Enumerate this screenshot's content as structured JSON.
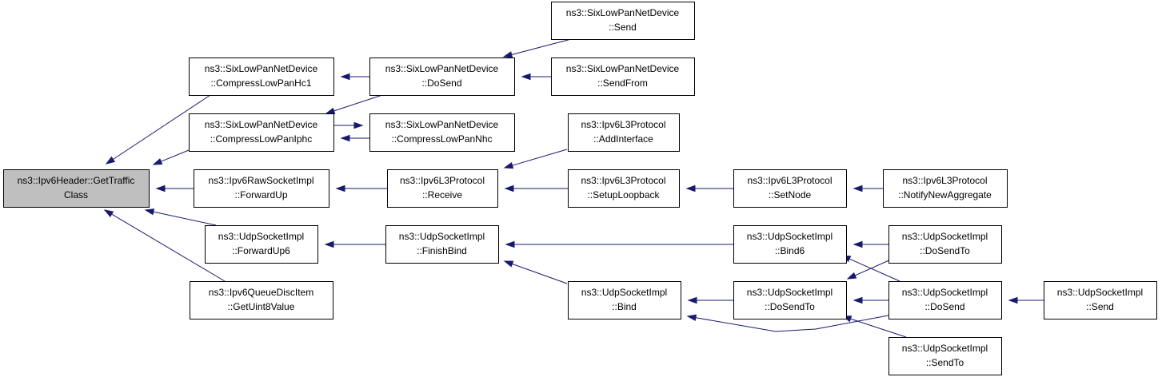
{
  "diagram": {
    "colors": {
      "edge": "#191970",
      "node_border": "#000000",
      "focus_fill": "#bfbfbf",
      "node_fill": "#ffffff"
    },
    "nodes": [
      {
        "id": "n0",
        "line1": "ns3::Ipv6Header::GetTraffic",
        "line2": "Class",
        "focus": true
      },
      {
        "id": "n1",
        "line1": "ns3::SixLowPanNetDevice",
        "line2": "::CompressLowPanHc1"
      },
      {
        "id": "n2",
        "line1": "ns3::SixLowPanNetDevice",
        "line2": "::CompressLowPanIphc"
      },
      {
        "id": "n3",
        "line1": "ns3::Ipv6RawSocketImpl",
        "line2": "::ForwardUp"
      },
      {
        "id": "n4",
        "line1": "ns3::UdpSocketImpl",
        "line2": "::ForwardUp6"
      },
      {
        "id": "n5",
        "line1": "ns3::Ipv6QueueDiscItem",
        "line2": "::GetUint8Value"
      },
      {
        "id": "n6",
        "line1": "ns3::SixLowPanNetDevice",
        "line2": "::DoSend"
      },
      {
        "id": "n7",
        "line1": "ns3::SixLowPanNetDevice",
        "line2": "::CompressLowPanNhc"
      },
      {
        "id": "n8",
        "line1": "ns3::Ipv6L3Protocol",
        "line2": "::Receive"
      },
      {
        "id": "n9",
        "line1": "ns3::UdpSocketImpl",
        "line2": "::FinishBind"
      },
      {
        "id": "n10",
        "line1": "ns3::SixLowPanNetDevice",
        "line2": "::Send"
      },
      {
        "id": "n11",
        "line1": "ns3::SixLowPanNetDevice",
        "line2": "::SendFrom"
      },
      {
        "id": "n12",
        "line1": "ns3::Ipv6L3Protocol",
        "line2": "::AddInterface"
      },
      {
        "id": "n13",
        "line1": "ns3::Ipv6L3Protocol",
        "line2": "::SetupLoopback"
      },
      {
        "id": "n14",
        "line1": "ns3::UdpSocketImpl",
        "line2": "::Bind"
      },
      {
        "id": "n15",
        "line1": "ns3::Ipv6L3Protocol",
        "line2": "::SetNode"
      },
      {
        "id": "n16",
        "line1": "ns3::UdpSocketImpl",
        "line2": "::Bind6"
      },
      {
        "id": "n17",
        "line1": "ns3::UdpSocketImpl",
        "line2": "::DoSendTo"
      },
      {
        "id": "n18",
        "line1": "ns3::Ipv6L3Protocol",
        "line2": "::NotifyNewAggregate"
      },
      {
        "id": "n19",
        "line1": "ns3::UdpSocketImpl",
        "line2": "::DoSendTo"
      },
      {
        "id": "n20",
        "line1": "ns3::UdpSocketImpl",
        "line2": "::DoSend"
      },
      {
        "id": "n21",
        "line1": "ns3::UdpSocketImpl",
        "line2": "::SendTo"
      },
      {
        "id": "n22",
        "line1": "ns3::UdpSocketImpl",
        "line2": "::Send"
      }
    ],
    "edges": [
      {
        "from": "n1",
        "to": "n0"
      },
      {
        "from": "n2",
        "to": "n0"
      },
      {
        "from": "n3",
        "to": "n0"
      },
      {
        "from": "n4",
        "to": "n0"
      },
      {
        "from": "n5",
        "to": "n0"
      },
      {
        "from": "n6",
        "to": "n1"
      },
      {
        "from": "n6",
        "to": "n2"
      },
      {
        "from": "n7",
        "to": "n2"
      },
      {
        "from": "n2",
        "to": "n7"
      },
      {
        "from": "n8",
        "to": "n3"
      },
      {
        "from": "n9",
        "to": "n4"
      },
      {
        "from": "n10",
        "to": "n6"
      },
      {
        "from": "n11",
        "to": "n6"
      },
      {
        "from": "n12",
        "to": "n8"
      },
      {
        "from": "n13",
        "to": "n8"
      },
      {
        "from": "n15",
        "to": "n13"
      },
      {
        "from": "n18",
        "to": "n15"
      },
      {
        "from": "n16",
        "to": "n9"
      },
      {
        "from": "n14",
        "to": "n9"
      },
      {
        "from": "n19",
        "to": "n16"
      },
      {
        "from": "n20",
        "to": "n16"
      },
      {
        "from": "n17",
        "to": "n14"
      },
      {
        "from": "n20",
        "to": "n14"
      },
      {
        "from": "n19",
        "to": "n17"
      },
      {
        "from": "n20",
        "to": "n17"
      },
      {
        "from": "n21",
        "to": "n17"
      },
      {
        "from": "n22",
        "to": "n20"
      }
    ]
  }
}
